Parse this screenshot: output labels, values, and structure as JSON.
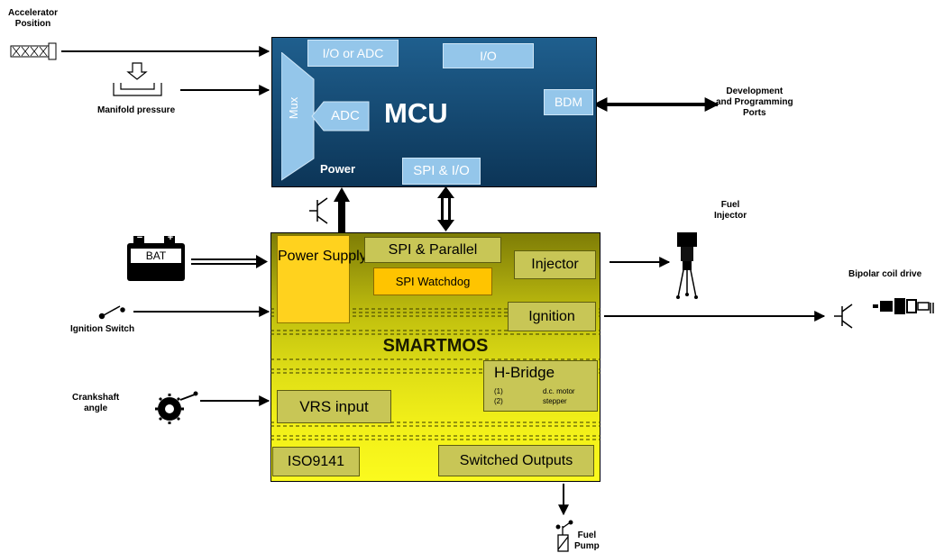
{
  "external": {
    "accelerator_label": "Accelerator\nPosition",
    "manifold_label": "Manifold pressure",
    "development_label": "Development\nand Programming\nPorts",
    "fuel_injector_label": "Fuel\nInjector",
    "bipolar_label": "Bipolar coil drive",
    "ignition_switch_label": "Ignition Switch",
    "crankshaft_label": "Crankshaft\nangle",
    "fuel_pump_label": "Fuel\nPump",
    "battery_label": "BAT",
    "battery_minus": "−",
    "battery_plus": "+"
  },
  "mcu": {
    "title": "MCU",
    "io_adc": "I/O or ADC",
    "io": "I/O",
    "mux": "Mux",
    "adc": "ADC",
    "bdm": "BDM",
    "power": "Power",
    "spi_io": "SPI & I/O"
  },
  "smartmos": {
    "title": "SMARTMOS",
    "power_supply": "Power\nSupply",
    "spi_parallel": "SPI & Parallel",
    "spi_watchdog": "SPI Watchdog",
    "injector": "Injector",
    "ignition": "Ignition",
    "hbridge_title": "H-Bridge",
    "hbridge_items": [
      {
        "num": "(1)",
        "label": "d.c. motor"
      },
      {
        "num": "(2)",
        "label": "stepper"
      }
    ],
    "vrs_input": "VRS input",
    "iso9141": "ISO9141",
    "switched_outputs": "Switched Outputs"
  },
  "colors": {
    "mcu_top": "#1f5f8e",
    "mcu_bottom": "#0c3557",
    "mcu_sub_box": "#94c6ea",
    "smartmos_top": "#7e7d06",
    "smartmos_bottom": "#fbfa1e",
    "smartmos_sub_box": "#c8c656",
    "power_supply_box": "#ffd21e",
    "spi_watchdog_box": "#ffc400"
  }
}
